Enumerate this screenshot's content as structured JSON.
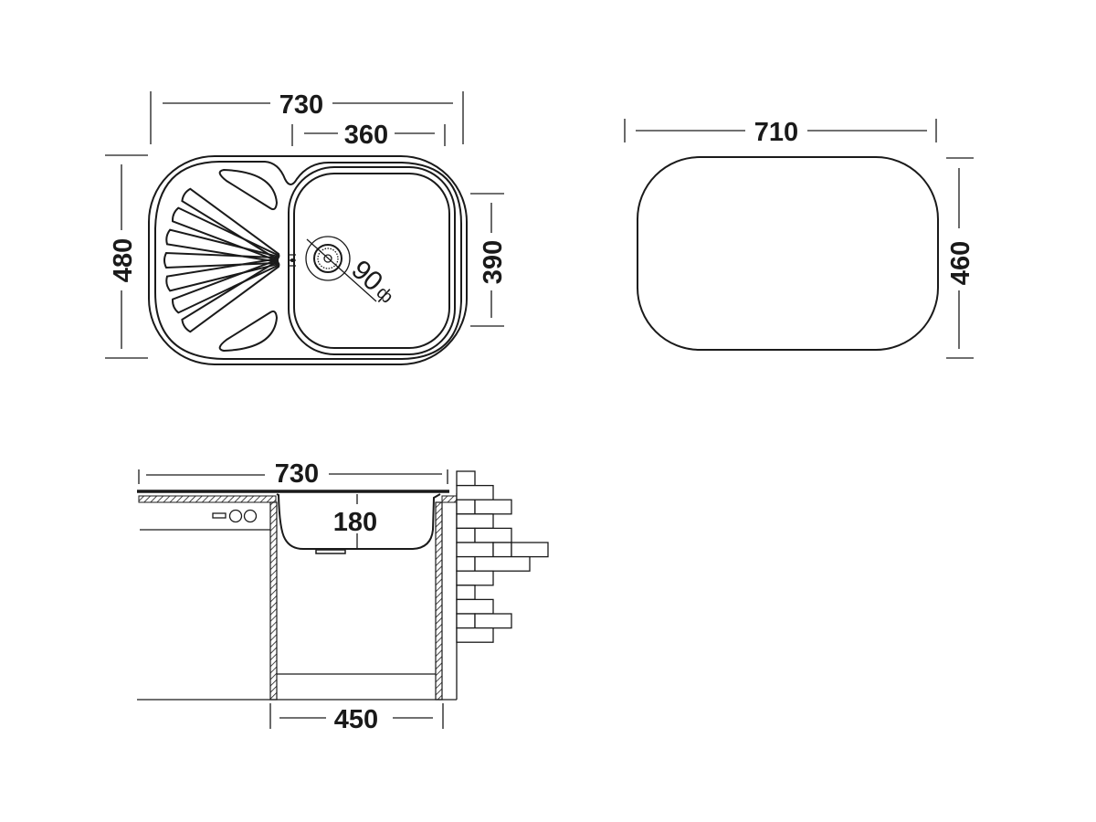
{
  "top_view": {
    "overall_width": "730",
    "bowl_width": "360",
    "overall_depth": "480",
    "bowl_depth": "390",
    "drain_diameter": "90",
    "drain_symbol": "ф"
  },
  "cutout_view": {
    "width": "710",
    "depth": "460"
  },
  "side_view": {
    "overall_width": "730",
    "bowl_depth": "180",
    "cabinet_width": "450"
  },
  "colors": {
    "line": "#1a1a1a",
    "background": "#ffffff"
  }
}
